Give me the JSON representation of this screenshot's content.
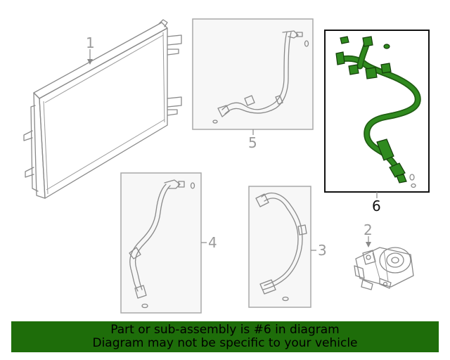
{
  "callouts": {
    "part_1": "1",
    "part_2": "2",
    "part_3": "3",
    "part_4": "4",
    "part_5": "5",
    "part_6": "6"
  },
  "highlighted_part": "6",
  "colors": {
    "highlight_green": "#2f8a1e",
    "banner_green": "#1e6d0a",
    "line_grey": "#8a8a8a"
  },
  "banner": {
    "line1": "Part or sub-assembly is #6 in diagram",
    "line2": "Diagram may not be specific to your vehicle"
  }
}
